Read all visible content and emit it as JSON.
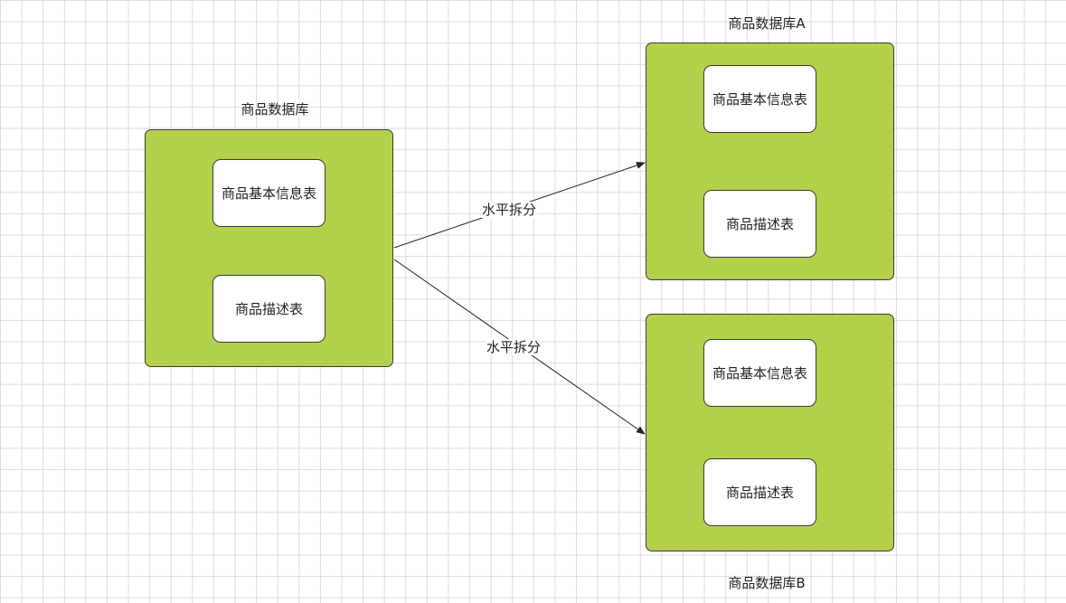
{
  "source_db": {
    "label": "商品数据库",
    "tables": [
      "商品基本信息表",
      "商品描述表"
    ]
  },
  "db_a": {
    "label": "商品数据库A",
    "tables": [
      "商品基本信息表",
      "商品描述表"
    ]
  },
  "db_b": {
    "label": "商品数据库B",
    "tables": [
      "商品基本信息表",
      "商品描述表"
    ]
  },
  "edges": [
    {
      "label": "水平拆分"
    },
    {
      "label": "水平拆分"
    }
  ],
  "colors": {
    "container_fill": "#b3d14b",
    "table_fill": "#ffffff",
    "stroke": "#3a3a3a",
    "grid": "#dcdcdc"
  }
}
